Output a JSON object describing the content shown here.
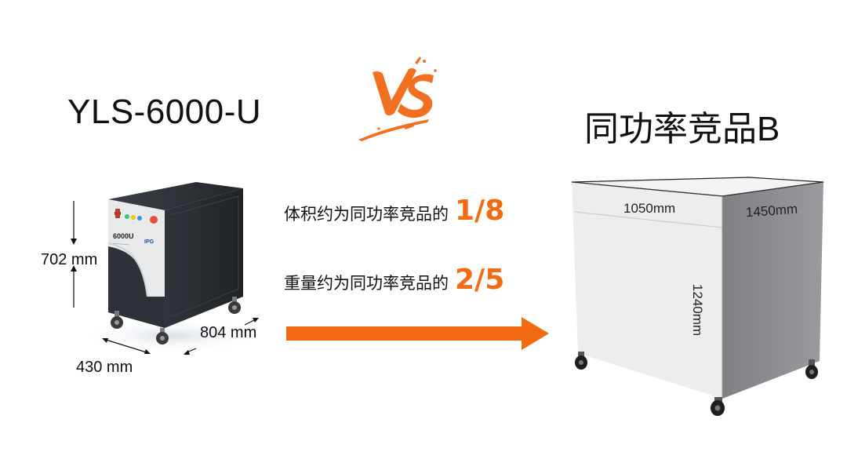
{
  "left_product": {
    "name": "YLS-6000-U",
    "panel_text": "6000U",
    "panel_logo": "IPG",
    "dims": {
      "height": "702 mm",
      "depth": "804 mm",
      "width": "430 mm"
    }
  },
  "right_product": {
    "name": "同功率竞品B",
    "dims": {
      "width": "1050mm",
      "depth": "1450mm",
      "height": "1240mm"
    }
  },
  "vs_logo": {
    "text": "VS",
    "color": "#f07020"
  },
  "comparisons": [
    {
      "label": "体积约为同功率竞品的",
      "ratio": "1/8"
    },
    {
      "label": "重量约为同功率竞品的",
      "ratio": "2/5"
    }
  ],
  "colors": {
    "accent": "#f26b12",
    "cabinet_dark": "#2d3238",
    "cabinet_panel": "#e6e7e9",
    "cabinet_side": "#8b8c8e"
  },
  "icons": {
    "arrow": "arrow-right-icon",
    "vs": "vs-logo-icon"
  }
}
